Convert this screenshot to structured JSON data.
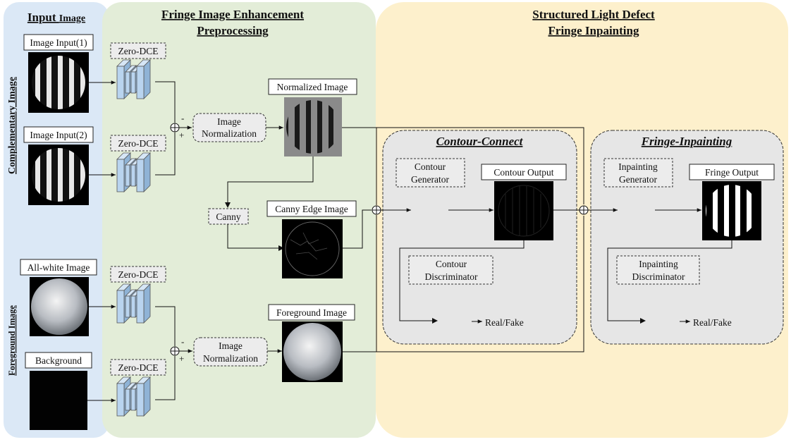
{
  "sections": {
    "input": {
      "title": "Input",
      "title_small": "Image"
    },
    "preprocessing": {
      "title_line1": "Fringe Image Enhancement",
      "title_line2": "Preprocessing"
    },
    "inpainting": {
      "title_line1": "Structured Light Defect",
      "title_line2": "Fringe Inpainting"
    }
  },
  "side_labels": {
    "complementary": "Complementary Image",
    "foreground": "Foreground Image"
  },
  "inputs": {
    "image1": "Image Input(1)",
    "image2": "Image Input(2)",
    "allwhite": "All-white Image",
    "background": "Background"
  },
  "preprocessing": {
    "zero_dce": "Zero-DCE",
    "norm_line1": "Image",
    "norm_line2": "Normalization",
    "canny": "Canny",
    "normalized_image": "Normalized Image",
    "canny_edge_image": "Canny Edge Image",
    "foreground_image": "Foreground Image",
    "minus": "-",
    "plus": "+"
  },
  "contour": {
    "title": "Contour-Connect",
    "gen_line1": "Contour",
    "gen_line2": "Generator",
    "output": "Contour Output",
    "disc_line1": "Contour",
    "disc_line2": "Discriminator",
    "real_fake": "Real/Fake"
  },
  "fringe": {
    "title": "Fringe-Inpainting",
    "gen_line1": "Inpainting",
    "gen_line2": "Generator",
    "output": "Fringe Output",
    "disc_line1": "Inpainting",
    "disc_line2": "Discriminator",
    "real_fake": "Real/Fake"
  },
  "colors": {
    "input_bg": "#dbe8f6",
    "preprocessing_bg": "#e3edd8",
    "inpainting_bg": "#fdf0cc",
    "module_bg": "#e6e6e6",
    "network_block": "#b9d4ef"
  },
  "icons": {
    "network_block": "cnn-blocks-icon",
    "sum_node": "circle-plus-icon"
  }
}
